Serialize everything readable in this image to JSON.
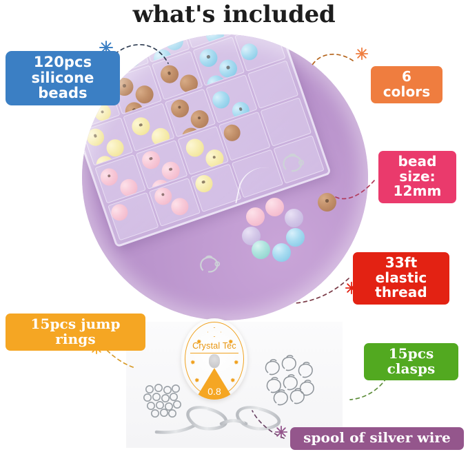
{
  "header": {
    "title": "what's included"
  },
  "callouts": [
    {
      "id": "silicone-beads",
      "label": "120pcs\nsilicone beads",
      "color": "#3b7fc4",
      "spark_color": "#3b7fc4"
    },
    {
      "id": "colors",
      "label": "6 colors",
      "color": "#ef7d3f",
      "spark_color": "#ef7d3f"
    },
    {
      "id": "bead-size",
      "label": "bead size:\n12mm",
      "color": "#ea3a6c",
      "spark_color": "#ea3a6c"
    },
    {
      "id": "elastic-thread",
      "label": "33ft elastic\nthread",
      "color": "#e32213",
      "spark_color": "#e32213"
    },
    {
      "id": "jump-rings",
      "label": "15pcs jump rings",
      "color": "#f5a623",
      "spark_color": "#f5a623"
    },
    {
      "id": "clasps",
      "label": "15pcs clasps",
      "color": "#52a920",
      "spark_color": "#52a920"
    },
    {
      "id": "silver-wire",
      "label": "spool of silver wire",
      "color": "#94568c",
      "spark_color": "#94568c"
    }
  ],
  "spool": {
    "brand": "Crystal Tec",
    "gauge": "0.8",
    "star_glyph": "✹",
    "accent_color": "#f0a11e"
  },
  "product": {
    "background_color": "#b189c6",
    "bead_colors": [
      "#a9dcf1",
      "#aee3de",
      "#c2906a",
      "#f7edb2",
      "#f8c9d8",
      "#d3c7e8"
    ],
    "bead_color_names": [
      "blue",
      "aqua",
      "brown",
      "cream",
      "pink",
      "lilac"
    ]
  }
}
